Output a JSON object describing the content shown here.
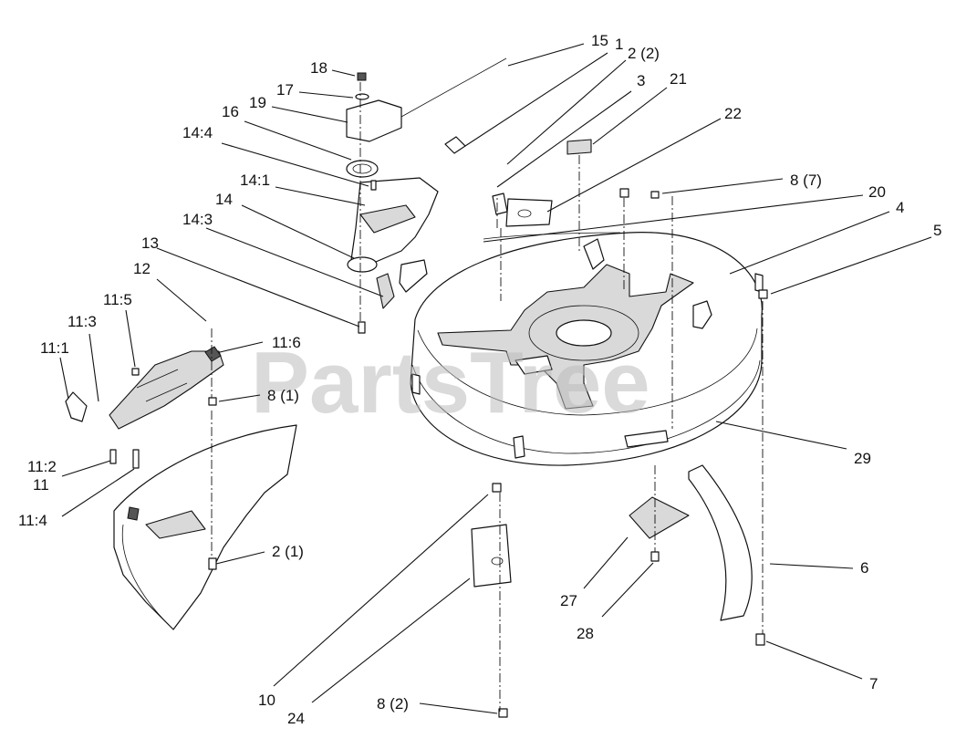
{
  "watermark": "PartsTree",
  "callouts": {
    "c1": "1",
    "c2_2": "2 (2)",
    "c2_1": "2 (1)",
    "c3": "3",
    "c4": "4",
    "c5": "5",
    "c6": "6",
    "c7": "7",
    "c8_7": "8 (7)",
    "c8_1": "8 (1)",
    "c8_2": "8 (2)",
    "c10": "10",
    "c11": "11",
    "c11_1": "11:1",
    "c11_2": "11:2",
    "c11_3": "11:3",
    "c11_4": "11:4",
    "c11_5": "11:5",
    "c11_6": "11:6",
    "c12": "12",
    "c13": "13",
    "c14": "14",
    "c14_1": "14:1",
    "c14_3": "14:3",
    "c14_4": "14:4",
    "c15": "15",
    "c16": "16",
    "c17": "17",
    "c18": "18",
    "c19": "19",
    "c20": "20",
    "c21": "21",
    "c22": "22",
    "c24": "24",
    "c27": "27",
    "c28": "28",
    "c29": "29"
  }
}
